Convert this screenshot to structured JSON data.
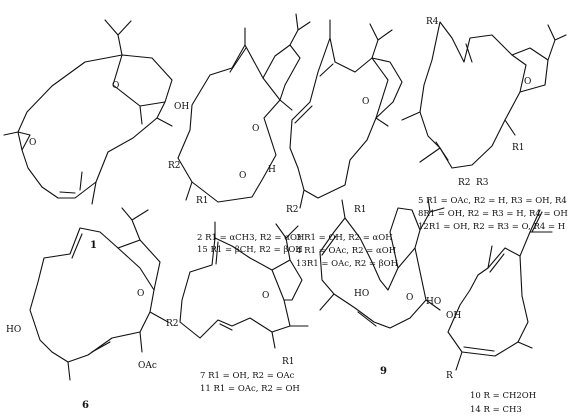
{
  "compounds": [
    {
      "num": "1",
      "atoms": [
        "O",
        "O",
        "OH"
      ],
      "captions": []
    },
    {
      "num": "",
      "atoms": [
        "R2",
        "R1",
        "O",
        "O",
        "H"
      ],
      "captions": [
        "2 R1 = αCH3, R2 = αOH",
        "15 R1 = βCH, R2 = βOH"
      ]
    },
    {
      "num": "",
      "atoms": [
        "O",
        "R2",
        "R1"
      ],
      "captions": [
        "3 R1 = OH, R2 = αOH",
        "4 R1 = OAc, R2 = αOH",
        "13R1 = OAc, R2 = βOH"
      ]
    },
    {
      "num": "",
      "atoms": [
        "R4",
        "O",
        "R1",
        "R2",
        "R3"
      ],
      "captions": [
        "5 R1 = OAc, R2 = H, R3 = OH, R4 = H",
        "8R1 = OH, R2 = R3 = H, R4 = OH",
        "12R1 = OH, R2 = R3 = O, R4 = H"
      ]
    },
    {
      "num": "6",
      "atoms": [
        "O",
        "HO",
        "OAc"
      ],
      "captions": []
    },
    {
      "num": "",
      "atoms": [
        "O",
        "R2",
        "R1"
      ],
      "captions": [
        "7 R1 = OH, R2 = OAc",
        "11 R1 = OAc, R2 = OH"
      ]
    },
    {
      "num": "9",
      "atoms": [
        "HO",
        "O",
        "OH"
      ],
      "captions": []
    },
    {
      "num": "",
      "atoms": [
        "HO",
        "R"
      ],
      "captions": [
        "10 R = CH2OH",
        "14 R = CH3"
      ]
    }
  ]
}
